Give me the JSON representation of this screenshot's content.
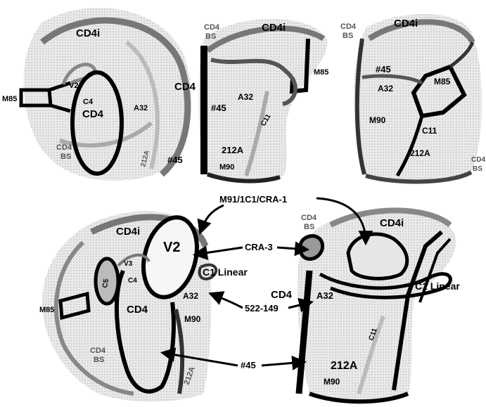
{
  "views": {
    "top_left": {
      "cd4i": "CD4i",
      "v2": "V2",
      "c4": "C4",
      "cd4": "CD4",
      "a32": "A32",
      "m85": "M85",
      "cd4bs_1": "CD4",
      "cd4bs_2": "BS",
      "l212a": "212A"
    },
    "top_middle": {
      "cd4bs_1": "CD4",
      "cd4bs_2": "BS",
      "cd4i": "CD4i",
      "m85": "M85",
      "cd4": "CD4",
      "a32": "A32",
      "n45": "#45",
      "c11": "C11",
      "l212a": "212A",
      "m90": "M90",
      "n45_outside": "#45"
    },
    "top_right": {
      "cd4bs_1": "CD4",
      "cd4bs_2": "BS",
      "cd4i": "CD4i",
      "n45": "#45",
      "a32": "A32",
      "m85": "M85",
      "m90": "M90",
      "c11": "C11",
      "l212a": "212A",
      "cd4bs_edge_1": "CD4",
      "cd4bs_edge_2": "BS"
    },
    "bottom_left": {
      "cd4i": "CD4i",
      "v2": "V2",
      "v3": "V3",
      "c4": "C4",
      "m85": "M85",
      "cd4": "CD4",
      "a32": "A32",
      "m90": "M90",
      "l212a": "212A",
      "cd4bs_1": "CD4",
      "cd4bs_2": "BS",
      "c1_linear": "C1 Linear",
      "c5": "C5"
    },
    "bottom_right": {
      "cd4bs_1": "CD4",
      "cd4bs_2": "BS",
      "cd4i": "CD4i",
      "cd4": "CD4",
      "a32": "A32",
      "c1_linear": "C1 Linear",
      "c11": "C11",
      "l212a": "212A",
      "m90": "M90"
    }
  },
  "callouts": {
    "m91": "M91/1C1/CRA-1",
    "cra3": "CRA-3",
    "mab522": "522-149",
    "n45": "#45"
  }
}
